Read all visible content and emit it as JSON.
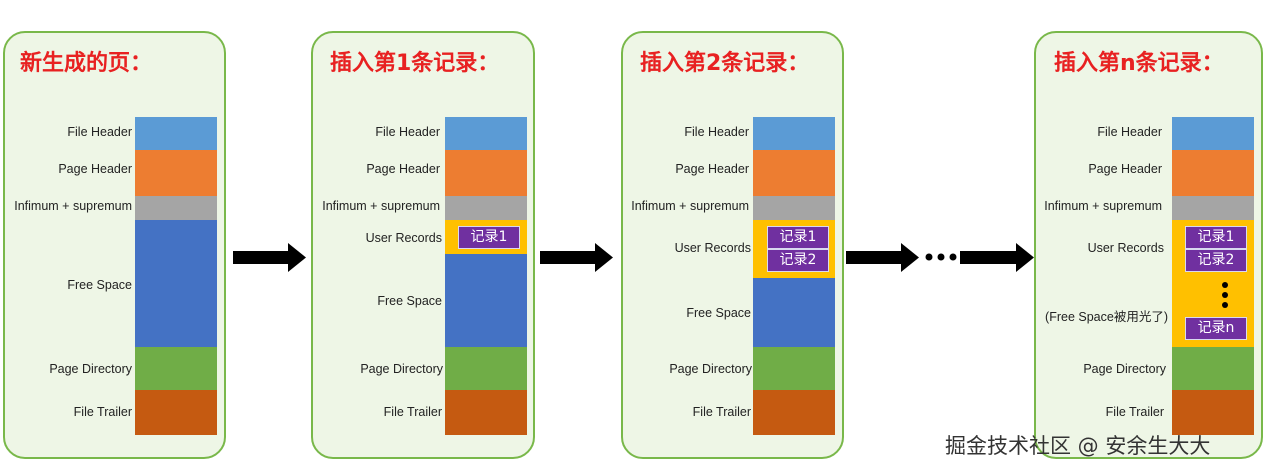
{
  "panels": [
    {
      "title": "新生成的页：",
      "labels": {
        "file_header": "File Header",
        "page_header": "Page Header",
        "infimum": "Infimum + supremum",
        "free_space": "Free Space",
        "page_directory": "Page Directory",
        "file_trailer": "File Trailer"
      }
    },
    {
      "title": "插入第1条记录：",
      "labels": {
        "file_header": "File Header",
        "page_header": "Page Header",
        "infimum": "Infimum + supremum",
        "user_records": "User Records",
        "free_space": "Free Space",
        "page_directory": "Page Directory",
        "file_trailer": "File Trailer"
      },
      "records": [
        "记录1"
      ]
    },
    {
      "title": "插入第2条记录：",
      "labels": {
        "file_header": "File Header",
        "page_header": "Page Header",
        "infimum": "Infimum + supremum",
        "user_records": "User Records",
        "free_space": "Free Space",
        "page_directory": "Page Directory",
        "file_trailer": "File Trailer"
      },
      "records": [
        "记录1",
        "记录2"
      ]
    },
    {
      "title": "插入第n条记录：",
      "labels": {
        "file_header": "File Header",
        "page_header": "Page Header",
        "infimum": "Infimum + supremum",
        "user_records": "User Records",
        "free_space_note": "(Free Space被用光了)",
        "page_directory": "Page Directory",
        "file_trailer": "File Trailer"
      },
      "records": [
        "记录1",
        "记录2",
        "记录n"
      ]
    }
  ],
  "colors": {
    "file_header": "#5b9bd5",
    "page_header": "#ed7d31",
    "infimum": "#a5a5a5",
    "free_space": "#4472c4",
    "page_directory": "#70ad47",
    "file_trailer": "#c55a11",
    "user_records": "#ffc000",
    "record_bg": "#7030a0",
    "title": "#e82121"
  },
  "watermark": "掘金技术社区 @ 安余生大大"
}
